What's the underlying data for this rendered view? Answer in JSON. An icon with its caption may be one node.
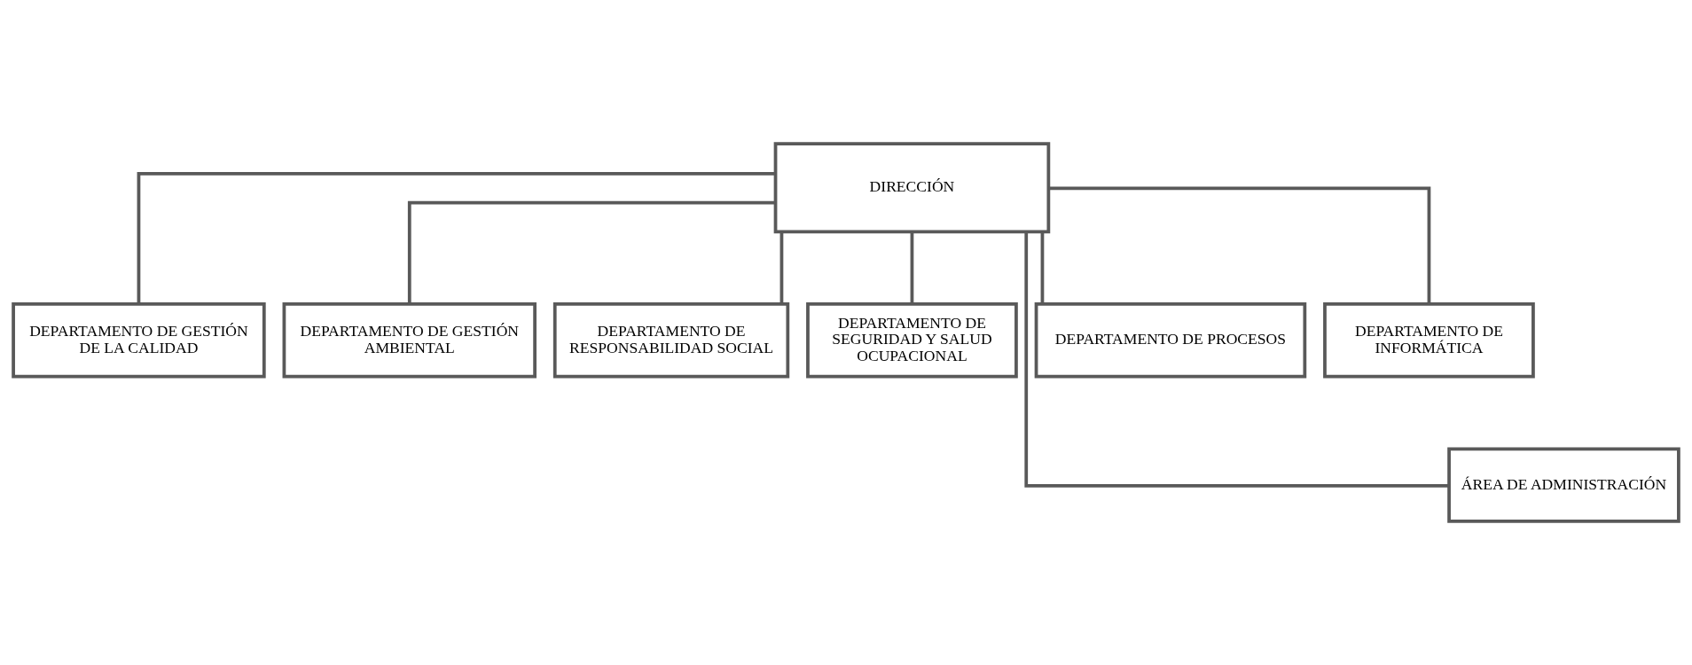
{
  "diagram": {
    "nodes": [
      {
        "text": [
          "DIRECCIÓN"
        ]
      },
      {
        "text": [
          "DEPARTAMENTO DE GESTIÓN DE LA CALIDAD"
        ]
      },
      {
        "text": [
          "DEPARTAMENTO DE GESTIÓN AMBIENTAL"
        ]
      },
      {
        "text": [
          "DEPARTAMENTO DE RESPONSABILIDAD SOCIAL"
        ]
      },
      {
        "text": [
          "DEPARTAMENTO DE SEGURIDAD Y SALUD OCUPACIONAL"
        ]
      },
      {
        "text": [
          "DEPARTAMENTO DE PROCESOS"
        ]
      },
      {
        "text": [
          "DEPARTAMENTO DE INFORMÁTICA"
        ]
      },
      {
        "text": [
          "ÁREA DE ADMINISTRACIÓN"
        ]
      }
    ],
    "edges": [
      {
        "from": 0,
        "to": 1,
        "arrow": "none"
      },
      {
        "from": 0,
        "to": 2,
        "arrow": "none"
      },
      {
        "from": 0,
        "to": 3,
        "arrow": "none"
      },
      {
        "from": 0,
        "to": 4,
        "arrow": "none"
      },
      {
        "from": 0,
        "to": 5,
        "arrow": "none"
      },
      {
        "from": 0,
        "to": 6,
        "arrow": "none"
      },
      {
        "from": 0,
        "to": 7,
        "arrow": "none"
      }
    ]
  }
}
